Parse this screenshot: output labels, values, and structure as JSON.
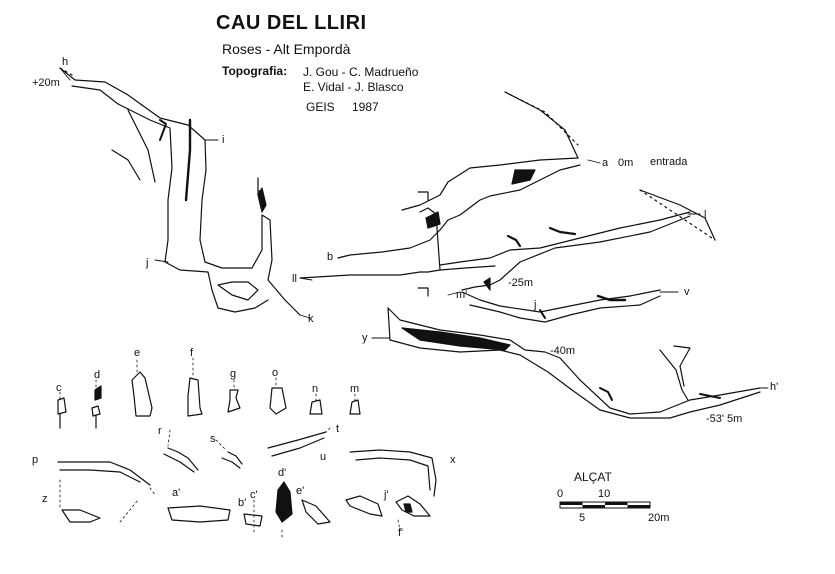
{
  "header": {
    "title": "CAU DEL LLIRI",
    "subtitle": "Roses - Alt Empordà",
    "topography_label": "Topografia:",
    "credits_line1": "J. Gou - C. Madrueño",
    "credits_line2": "E. Vidal - J. Blasco",
    "group": "GEIS",
    "year": "1987"
  },
  "depth_labels": {
    "h": "h",
    "plus20": "+20m",
    "i": "i",
    "j": "j",
    "l": "l",
    "k": "k",
    "ll": "ll",
    "a": "a",
    "zero": "0m",
    "entrada": "entrada",
    "b": "b",
    "m1": "m'",
    "minus25": "-25m",
    "jmid": "j",
    "v": "v",
    "y": "y",
    "minus40": "-40m",
    "h1": "h'",
    "minus53": "-53' 5m",
    "lright": "l"
  },
  "section_labels": {
    "c": "c",
    "d": "d",
    "e": "e",
    "f": "f",
    "g": "g",
    "o": "o",
    "n": "n",
    "m": "m",
    "r": "r",
    "s": "s",
    "t": "t",
    "p": "p",
    "u": "u",
    "x": "x",
    "z": "z",
    "a1": "a'",
    "b1": "b'",
    "c1": "c'",
    "d1": "d'",
    "e1": "e'",
    "j1": "j'",
    "f1": "f'"
  },
  "scale": {
    "title": "ALÇAT",
    "t0": "0",
    "t10": "10",
    "t5": "5",
    "t20": "20m"
  }
}
